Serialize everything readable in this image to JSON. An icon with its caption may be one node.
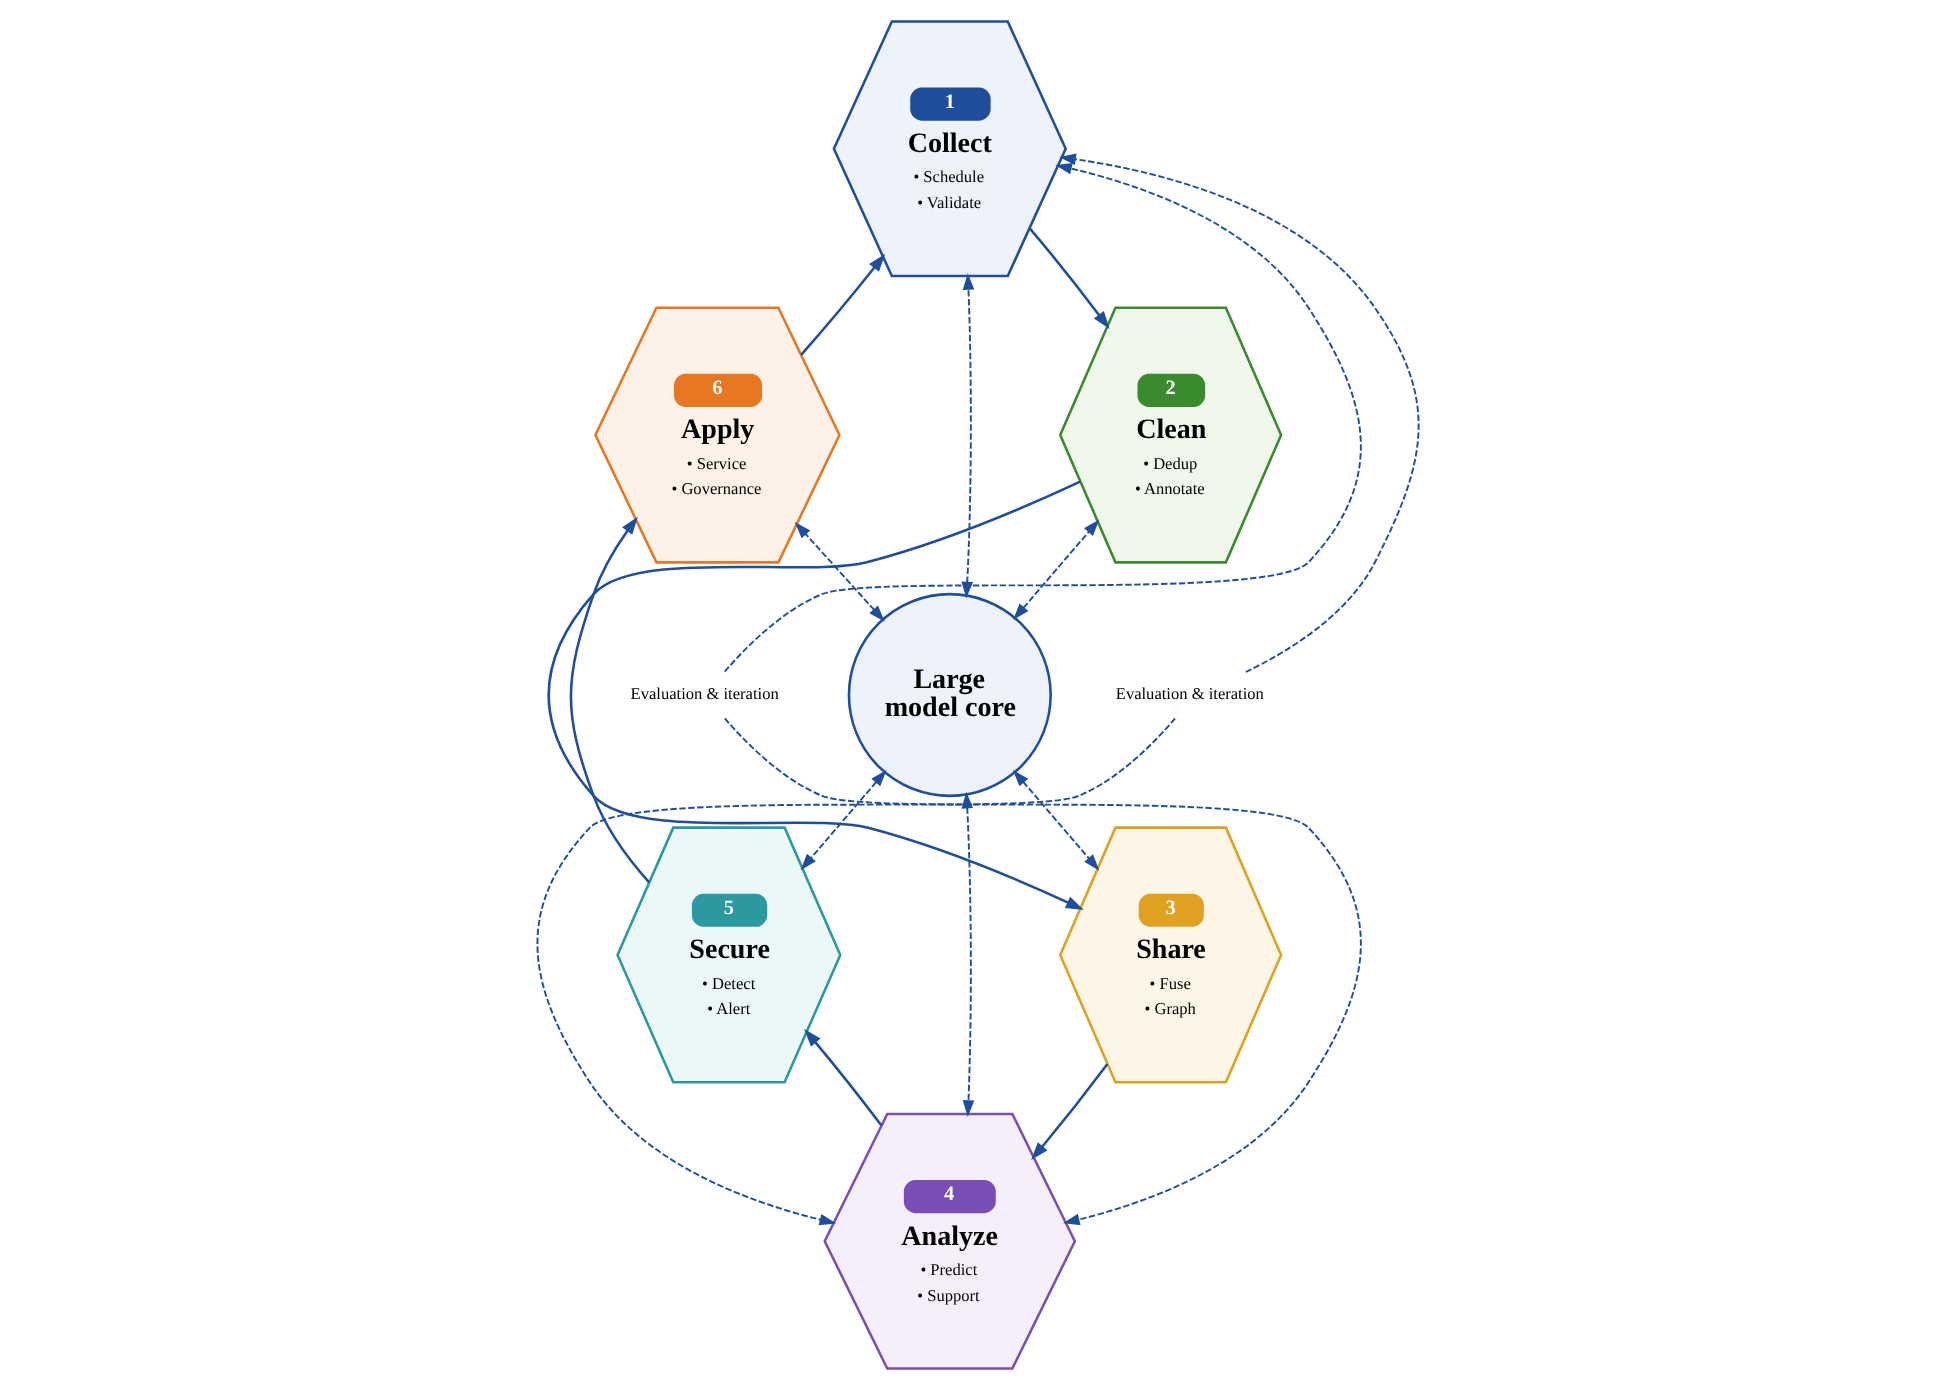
{
  "diagram": {
    "nodes": [
      {
        "text": [
          "1",
          "Collect",
          "• Schedule",
          "• Validate"
        ]
      },
      {
        "text": [
          "2",
          "Clean",
          "• Dedup",
          "• Annotate"
        ]
      },
      {
        "text": [
          "3",
          "Share",
          "• Fuse",
          "• Graph"
        ]
      },
      {
        "text": [
          "4",
          "Analyze",
          "• Predict",
          "• Support"
        ]
      },
      {
        "text": [
          "5",
          "Secure",
          "• Detect",
          "• Alert"
        ]
      },
      {
        "text": [
          "6",
          "Apply",
          "• Service",
          "• Governance"
        ]
      },
      {
        "text": [
          "Large model core"
        ]
      },
      {
        "text": [
          "Evaluation & iteration"
        ]
      },
      {
        "text": [
          "Evaluation & iteration"
        ]
      }
    ],
    "edges": [
      {
        "from": 0,
        "to": 1,
        "arrow": "to"
      },
      {
        "from": 1,
        "to": 2,
        "arrow": "to"
      },
      {
        "from": 2,
        "to": 3,
        "arrow": "to"
      },
      {
        "from": 3,
        "to": 4,
        "arrow": "to"
      },
      {
        "from": 4,
        "to": 5,
        "arrow": "to"
      },
      {
        "from": 5,
        "to": 0,
        "arrow": "to"
      },
      {
        "from": 6,
        "to": 0,
        "arrow": "both",
        "style": "dashed"
      },
      {
        "from": 6,
        "to": 1,
        "arrow": "both",
        "style": "dashed"
      },
      {
        "from": 6,
        "to": 2,
        "arrow": "both",
        "style": "dashed"
      },
      {
        "from": 6,
        "to": 3,
        "arrow": "both",
        "style": "dashed"
      },
      {
        "from": 6,
        "to": 4,
        "arrow": "both",
        "style": "dashed"
      },
      {
        "from": 6,
        "to": 5,
        "arrow": "both",
        "style": "dashed"
      },
      {
        "from": 7,
        "to": 0,
        "arrow": "to",
        "style": "dashed"
      },
      {
        "from": 7,
        "to": 3,
        "arrow": "to",
        "style": "dashed"
      },
      {
        "from": 8,
        "to": 0,
        "arrow": "to",
        "style": "dashed"
      },
      {
        "from": 8,
        "to": 3,
        "arrow": "to",
        "style": "dashed"
      }
    ]
  }
}
